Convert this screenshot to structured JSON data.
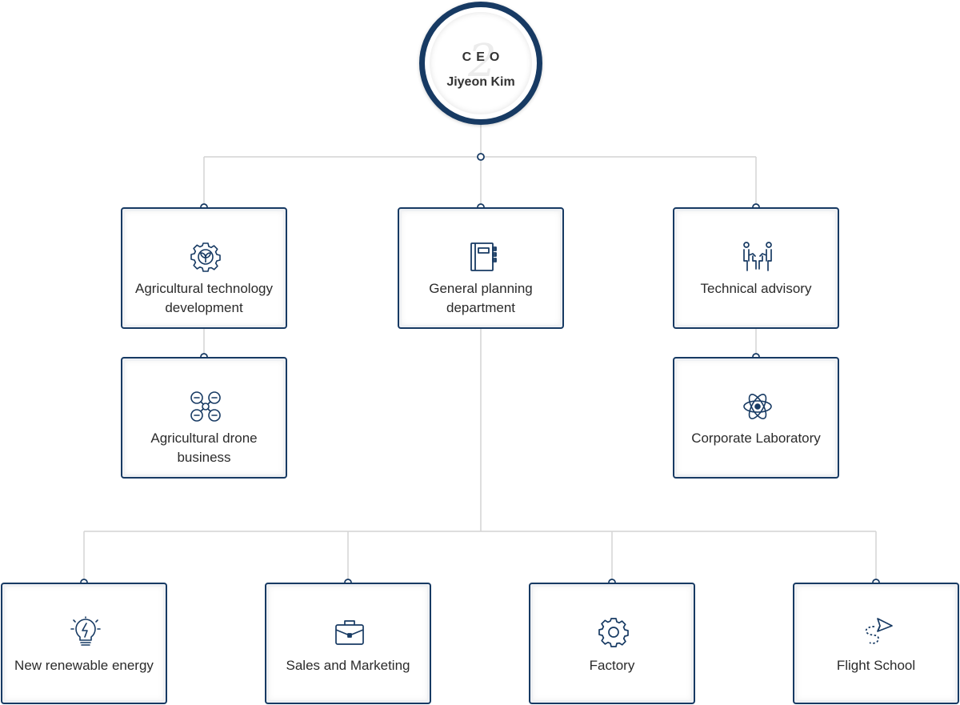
{
  "ceo": {
    "title": "CEO",
    "name": "Jiyeon Kim",
    "watermark_glyph": "2"
  },
  "departments": [
    {
      "key": "agri-tech",
      "label": "Agricultural technology development",
      "icon": "gear-leaf-icon"
    },
    {
      "key": "planning",
      "label": "General planning department",
      "icon": "notebook-icon"
    },
    {
      "key": "advisory",
      "label": "Technical advisory",
      "icon": "people-discussion-icon"
    },
    {
      "key": "drone",
      "label": "Agricultural drone business",
      "icon": "drone-icon"
    },
    {
      "key": "lab",
      "label": "Corporate Laboratory",
      "icon": "atom-icon"
    },
    {
      "key": "energy",
      "label": "New renewable energy",
      "icon": "lightbulb-icon"
    },
    {
      "key": "sales",
      "label": "Sales and Marketing",
      "icon": "briefcase-icon"
    },
    {
      "key": "factory",
      "label": "Factory",
      "icon": "gear-icon"
    },
    {
      "key": "flight",
      "label": "Flight School",
      "icon": "paper-plane-icon"
    }
  ],
  "colors": {
    "accent": "#173a63",
    "connector": "#d4d4d4",
    "text": "#2b2b2b"
  }
}
